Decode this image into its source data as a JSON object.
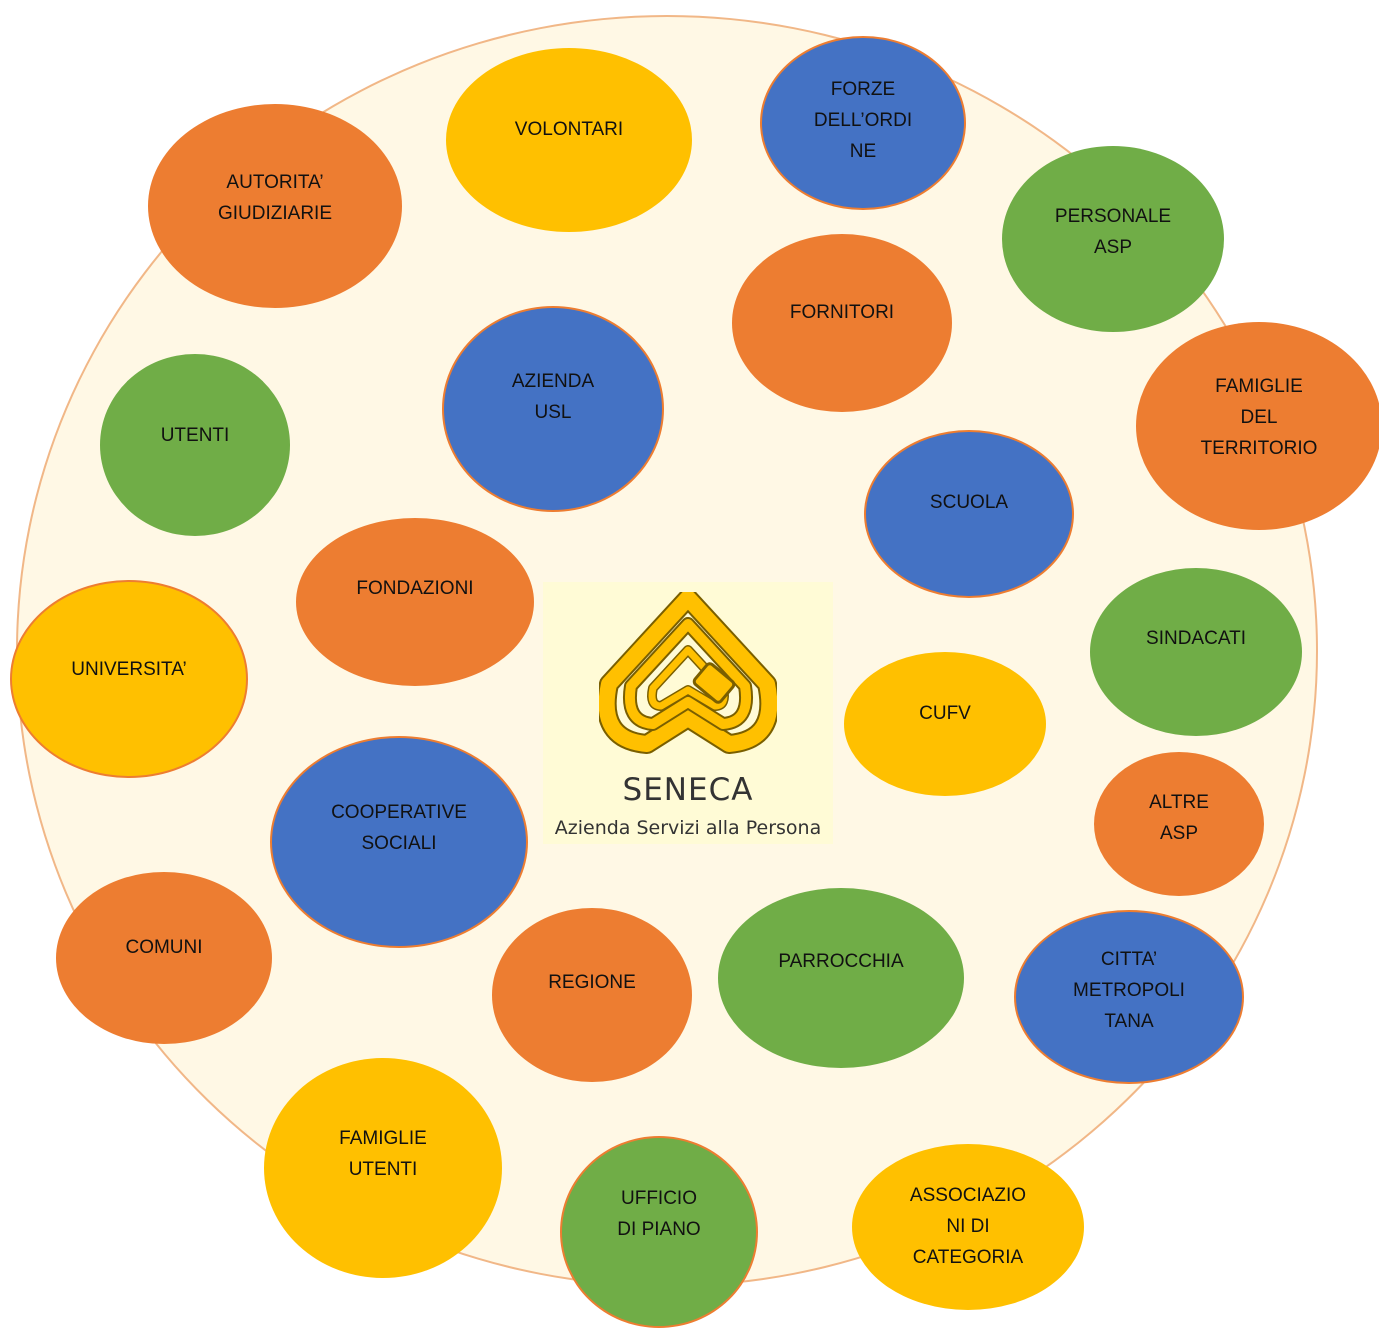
{
  "colors": {
    "background_circle": "#fff8e5",
    "orange": "#ed7d31",
    "yellow": "#ffc000",
    "blue": "#4472c4",
    "green": "#70ad47"
  },
  "logo": {
    "name": "SENECA",
    "subtitle": "Azienda Servizi alla Persona",
    "icon": "seneca-logo-icon"
  },
  "stakeholders": [
    {
      "label": "VOLONTARI",
      "color": "yellow"
    },
    {
      "label": "FORZE\nDELL’ORDI\nNE",
      "color": "blue"
    },
    {
      "label": "AUTORITA’\nGIUDIZIARIE",
      "color": "orange"
    },
    {
      "label": "PERSONALE\nASP",
      "color": "green"
    },
    {
      "label": "FORNITORI",
      "color": "orange"
    },
    {
      "label": "AZIENDA\nUSL",
      "color": "blue"
    },
    {
      "label": "FAMIGLIE\nDEL\nTERRITORIO",
      "color": "orange"
    },
    {
      "label": "UTENTI",
      "color": "green"
    },
    {
      "label": "SCUOLA",
      "color": "blue"
    },
    {
      "label": "FONDAZIONI",
      "color": "orange"
    },
    {
      "label": "SINDACATI",
      "color": "green"
    },
    {
      "label": "UNIVERSITA’",
      "color": "yellow"
    },
    {
      "label": "CUFV",
      "color": "yellow"
    },
    {
      "label": "ALTRE\nASP",
      "color": "orange"
    },
    {
      "label": "COOPERATIVE\nSOCIALI",
      "color": "blue"
    },
    {
      "label": "COMUNI",
      "color": "orange"
    },
    {
      "label": "PARROCCHIA",
      "color": "green"
    },
    {
      "label": "REGIONE",
      "color": "orange"
    },
    {
      "label": "CITTA’\nMETROPOLI\nTANA",
      "color": "blue"
    },
    {
      "label": "FAMIGLIE\nUTENTI",
      "color": "yellow"
    },
    {
      "label": "UFFICIO\nDI PIANO",
      "color": "green"
    },
    {
      "label": "ASSOCIAZIO\nNI DI\nCATEGORIA",
      "color": "yellow"
    }
  ]
}
